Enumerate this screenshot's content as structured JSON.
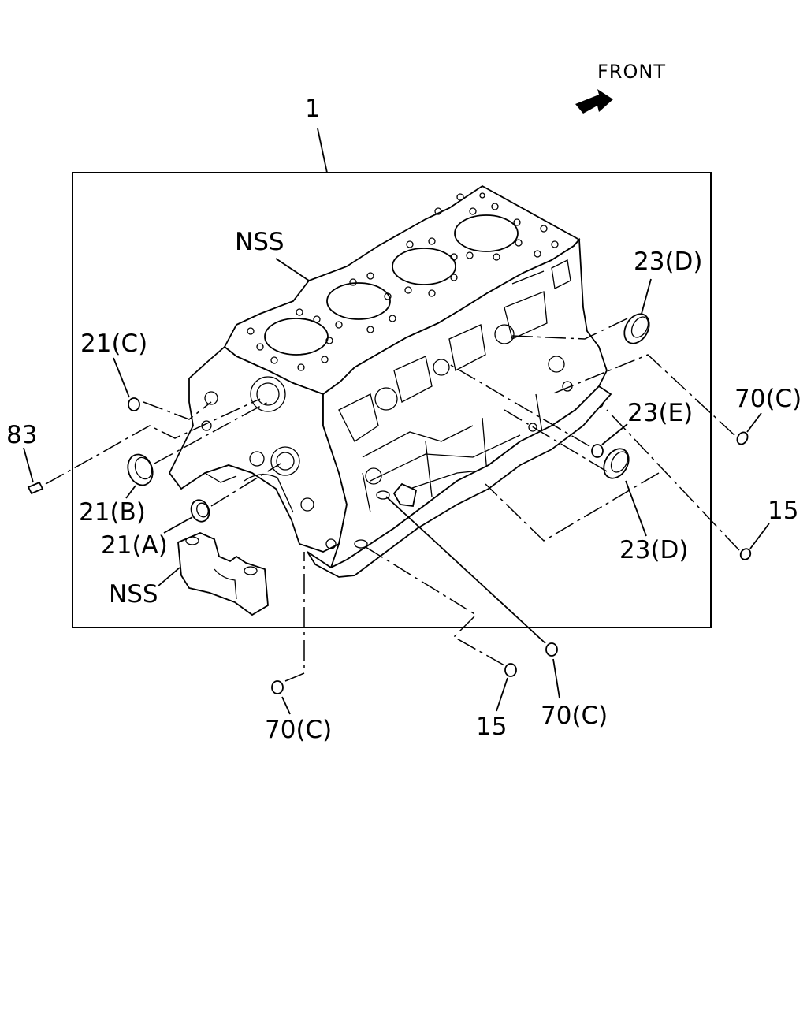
{
  "diagram": {
    "front_label": "FRONT",
    "callouts": {
      "c1": "1",
      "nss_top": "NSS",
      "d23_top": "23(D)",
      "c21_c": "21(C)",
      "c70_right": "70(C)",
      "c83": "83",
      "e23": "23(E)",
      "c15_right": "15",
      "c21_b": "21(B)",
      "c21_a": "21(A)",
      "d23_bottom": "23(D)",
      "nss_bottom": "NSS",
      "c70_bottom_left": "70(C)",
      "c15_bottom": "15",
      "c70_bottom_right": "70(C)"
    }
  }
}
